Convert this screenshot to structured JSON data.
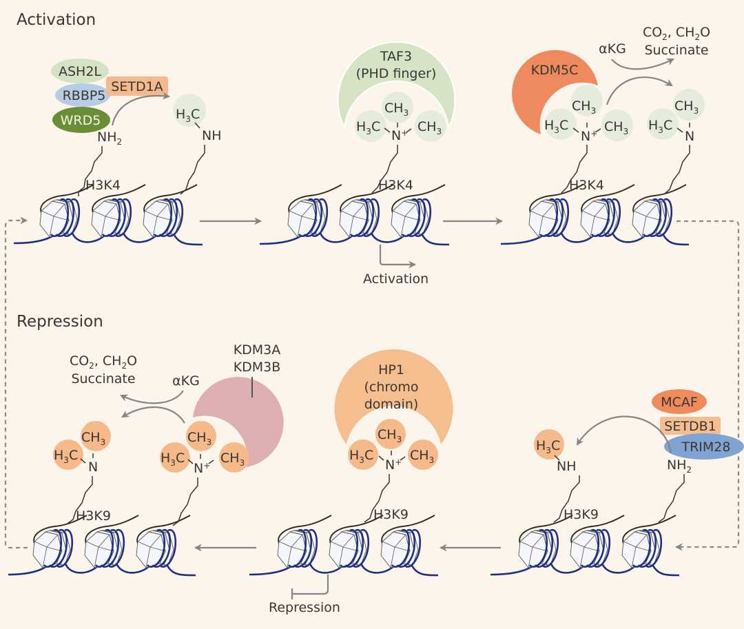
{
  "sections": {
    "activation": "Activation",
    "repression": "Repression"
  },
  "colors": {
    "background": "#fcf5ec",
    "activation_methyl": "#e6ecdd",
    "repression_methyl": "#f5b98a",
    "taf3": "#d5e4c4",
    "kdm5c": "#ef8a5e",
    "kdm3": "#ddaeb2",
    "hp1": "#f5be8e",
    "ash2l": "#d4e3c3",
    "rbbp5": "#b7cde6",
    "wrd5": "#6a8e35",
    "setd1a": "#f4b98f",
    "mcaf": "#ee8a5b",
    "setdb1": "#f6bd93",
    "trim28": "#7fa4d2",
    "dna": "#1f2f82",
    "arrow": "#858585"
  },
  "activation": {
    "step1": {
      "enzymes": {
        "ash2l": "ASH2L",
        "rbbp5": "RBBP5",
        "wrd5": "WRD5",
        "setd1a": "SETD1A"
      },
      "substrate": {
        "main": "NH",
        "sub": "2"
      },
      "product": {
        "methyl_main": "H",
        "methyl_sub": "3",
        "methyl_end": "C",
        "amine": "NH"
      },
      "residue": "H3K4"
    },
    "step2": {
      "reader_line1": "TAF3",
      "reader_line2": "(PHD finger)",
      "residue": "H3K4",
      "outcome": "Activation"
    },
    "step3": {
      "enzyme": "KDM5C",
      "cofactor": "αKG",
      "byproducts_line1_a": "CO",
      "byproducts_line1_sub1": "2",
      "byproducts_line1_b": ", CH",
      "byproducts_line1_sub2": "2",
      "byproducts_line1_c": "O",
      "byproducts_line2": "Succinate",
      "residue": "H3K4"
    }
  },
  "repression": {
    "step1": {
      "enzymes": {
        "mcaf": "MCAF",
        "setdb1": "SETDB1",
        "trim28": "TRIM28"
      },
      "substrate": {
        "main": "NH",
        "sub": "2"
      },
      "product": {
        "amine": "NH"
      },
      "residue": "H3K9"
    },
    "step2": {
      "reader_line1": "HP1",
      "reader_line2": "(chromo",
      "reader_line3": "domain)",
      "residue": "H3K9",
      "outcome": "Repression"
    },
    "step3": {
      "enzyme_line1": "KDM3A",
      "enzyme_line2": "KDM3B",
      "cofactor": "αKG",
      "byproducts_line1_a": "CO",
      "byproducts_line1_sub1": "2",
      "byproducts_line1_b": ", CH",
      "byproducts_line1_sub2": "2",
      "byproducts_line1_c": "O",
      "byproducts_line2": "Succinate",
      "residue": "H3K9"
    }
  },
  "chem": {
    "ch": "CH",
    "h": "H",
    "three": "3",
    "c": "C",
    "n": "N",
    "plus": "+"
  }
}
